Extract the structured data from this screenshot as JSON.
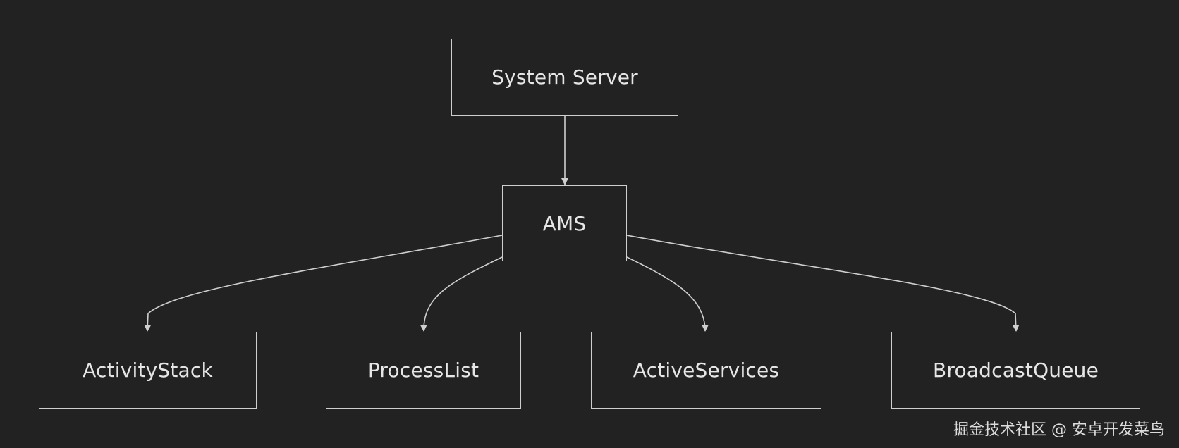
{
  "nodes": {
    "system_server": "System Server",
    "ams": "AMS",
    "activity_stack": "ActivityStack",
    "process_list": "ProcessList",
    "active_services": "ActiveServices",
    "broadcast_queue": "BroadcastQueue"
  },
  "edges": [
    {
      "from": "System Server",
      "to": "AMS"
    },
    {
      "from": "AMS",
      "to": "ActivityStack"
    },
    {
      "from": "AMS",
      "to": "ProcessList"
    },
    {
      "from": "AMS",
      "to": "ActiveServices"
    },
    {
      "from": "AMS",
      "to": "BroadcastQueue"
    }
  ],
  "watermark": "掘金技术社区 @ 安卓开发菜鸟",
  "colors": {
    "background": "#222222",
    "stroke": "#cfcfcf",
    "text": "#e6e6e6"
  }
}
